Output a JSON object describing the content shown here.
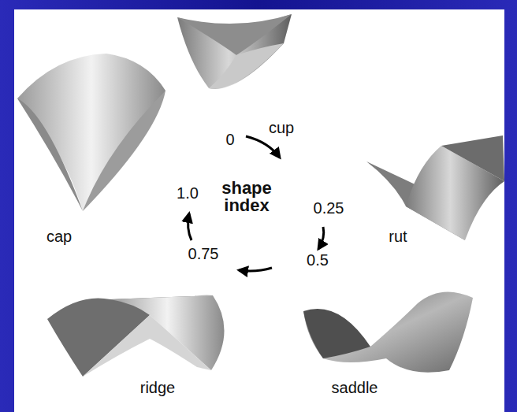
{
  "diagram": {
    "labels": [
      "cup",
      "rut",
      "saddle",
      "ridge",
      "cap",
      "shape index",
      "0",
      "0.25",
      "0.5",
      "0.75",
      "1.0"
    ]
  }
}
